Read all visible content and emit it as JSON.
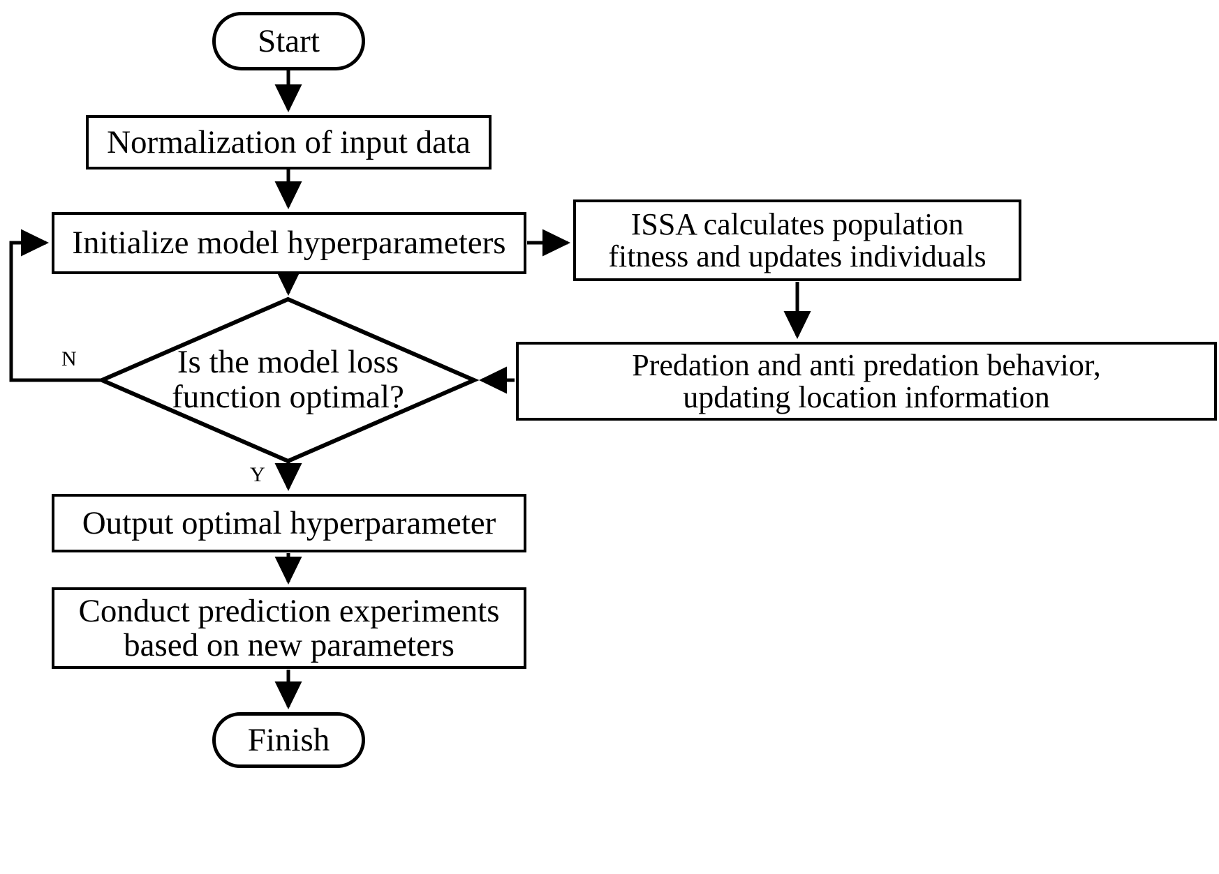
{
  "diagram": {
    "type": "flowchart",
    "title": "ISSA hyperparameter optimization flowchart",
    "stroke_color": "#000000",
    "fill_color": "#ffffff",
    "nodes": {
      "start": {
        "label": "Start",
        "shape": "terminator"
      },
      "normalization": {
        "label": "Normalization of input data",
        "shape": "process"
      },
      "initialize": {
        "label": "Initialize model hyperparameters",
        "shape": "process"
      },
      "issa": {
        "label": "ISSA calculates population\nfitness and updates individuals",
        "shape": "process"
      },
      "predation": {
        "label": "Predation and anti predation behavior,\nupdating location information",
        "shape": "process"
      },
      "decision": {
        "label": "Is the model loss\nfunction optimal?",
        "shape": "decision"
      },
      "output": {
        "label": "Output optimal hyperparameter",
        "shape": "process"
      },
      "conduct": {
        "label": "Conduct prediction experiments\nbased on new parameters",
        "shape": "process"
      },
      "finish": {
        "label": "Finish",
        "shape": "terminator"
      }
    },
    "edge_labels": {
      "no": "N",
      "yes": "Y"
    },
    "edges": [
      {
        "from": "start",
        "to": "normalization",
        "label": ""
      },
      {
        "from": "normalization",
        "to": "initialize",
        "label": ""
      },
      {
        "from": "initialize",
        "to": "issa",
        "label": ""
      },
      {
        "from": "initialize",
        "to": "decision",
        "label": ""
      },
      {
        "from": "issa",
        "to": "predation",
        "label": ""
      },
      {
        "from": "predation",
        "to": "decision",
        "label": ""
      },
      {
        "from": "decision",
        "to": "initialize",
        "label": "N"
      },
      {
        "from": "decision",
        "to": "output",
        "label": "Y"
      },
      {
        "from": "output",
        "to": "conduct",
        "label": ""
      },
      {
        "from": "conduct",
        "to": "finish",
        "label": ""
      }
    ]
  }
}
